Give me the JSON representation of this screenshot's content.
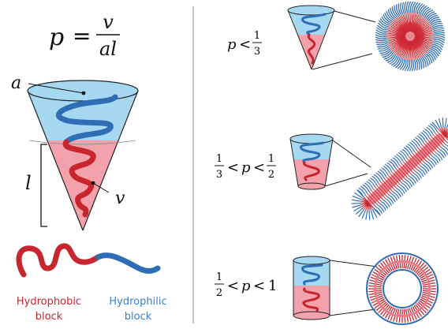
{
  "formula": {
    "lhs": "p",
    "eq": "=",
    "num": "v",
    "den": "al"
  },
  "cone_labels": {
    "a": "a",
    "l": "l",
    "v": "v"
  },
  "legend": {
    "hydrophobic": [
      "Hydrophobic",
      "block"
    ],
    "hydrophilic": [
      "Hydrophilic",
      "block"
    ]
  },
  "conditions": [
    {
      "type": "p-lt",
      "p": "p",
      "lt": "<",
      "frac_num": "1",
      "frac_den": "3"
    },
    {
      "type": "between",
      "left_num": "1",
      "left_den": "3",
      "lt1": "<",
      "p": "p",
      "lt2": "<",
      "right_num": "1",
      "right_den": "2"
    },
    {
      "type": "between-int",
      "left_num": "1",
      "left_den": "2",
      "lt1": "<",
      "p": "p",
      "lt2": "<",
      "right": "1"
    }
  ],
  "colors": {
    "hydrophilic": "#a6d8f2",
    "hydrophobic": "#f3a2ab",
    "hydrophilic_chain": "#2f6db5",
    "hydrophobic_chain": "#c8262f",
    "micelle_core": "#d62839",
    "divider": "#b0b0b0"
  }
}
